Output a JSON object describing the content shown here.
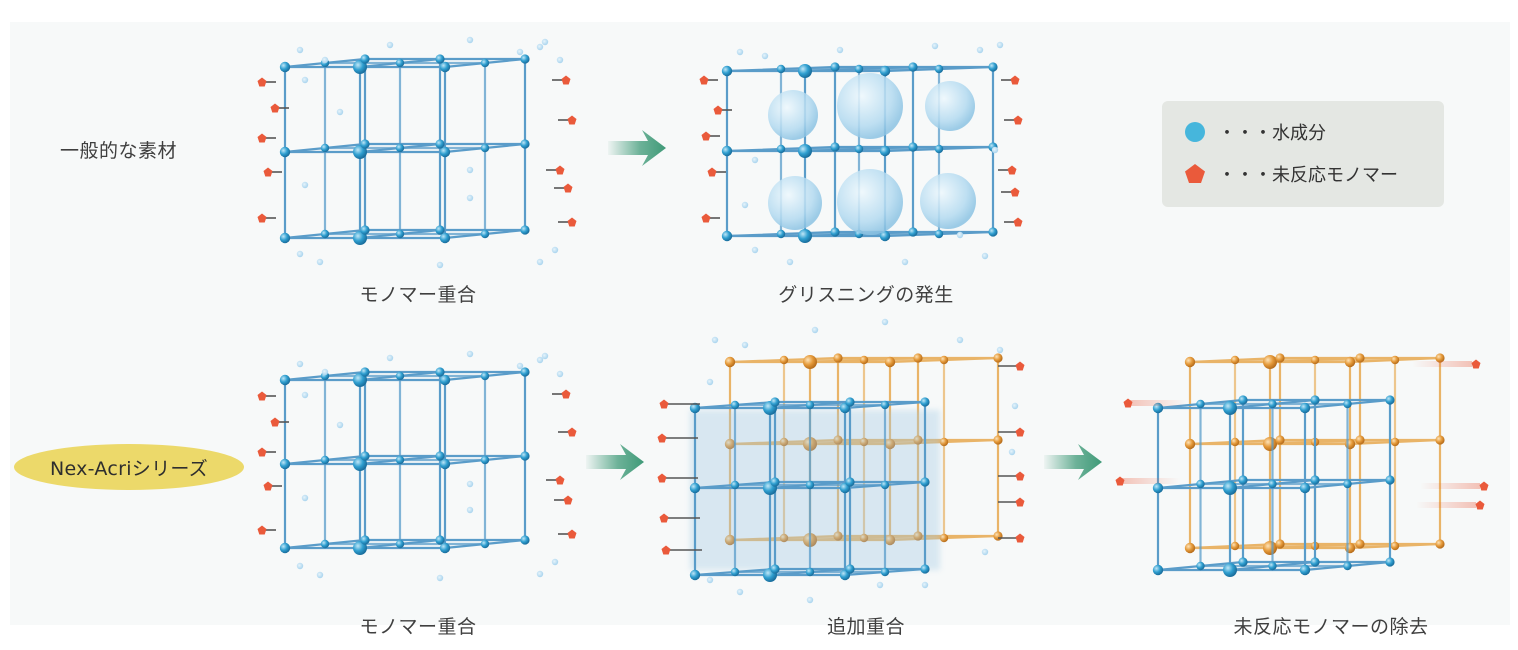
{
  "rows": {
    "general": "一般的な素材",
    "nex": "Nex-Acriシリーズ"
  },
  "captions": {
    "c1": "モノマー重合",
    "c2": "グリスニングの発生",
    "c3": "モノマー重合",
    "c4": "追加重合",
    "c5": "未反応モノマーの除去"
  },
  "legend": {
    "water": "・・・水成分",
    "monomer": "・・・未反応モノマー"
  },
  "colors": {
    "blue_lattice": "#5a9cc9",
    "blue_node": "#2f9fd0",
    "orange_lattice": "#e9b468",
    "orange_node": "#e59a3a",
    "monomer": "#ea5a3b",
    "water": "#a9d4ee",
    "arrow": "#3f9a78",
    "pill": "#ecd96a",
    "legend_bg": "#e4e7e3"
  },
  "icons": {
    "arrow": "right-arrow-icon",
    "water": "water-drop-icon",
    "monomer": "monomer-pentagon-icon"
  }
}
